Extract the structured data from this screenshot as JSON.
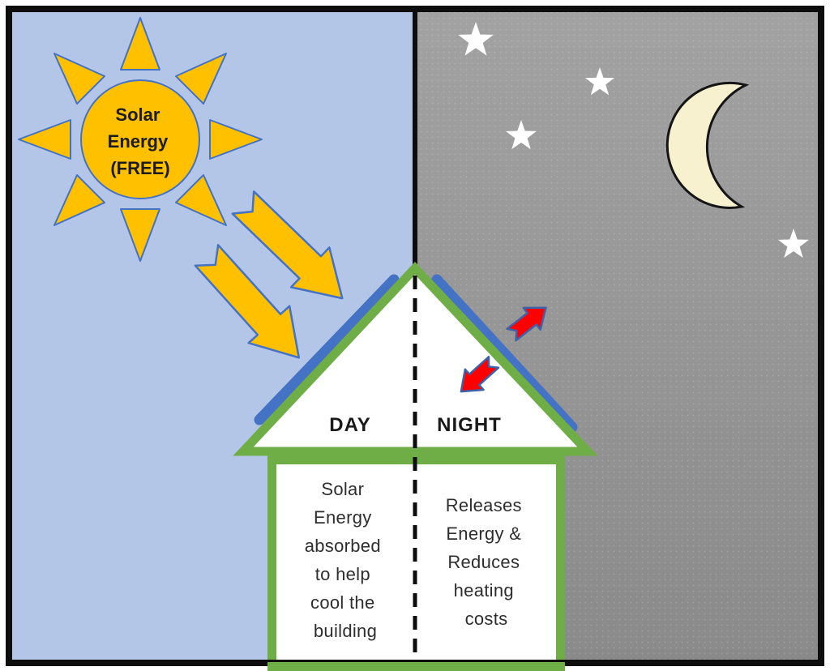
{
  "diagram": {
    "title_present": false,
    "sun": {
      "lines": [
        "Solar",
        "Energy",
        "(FREE)"
      ]
    },
    "day": {
      "label": "DAY",
      "info_lines": [
        "Solar",
        "Energy",
        "absorbed",
        "to help",
        "cool the",
        "building"
      ]
    },
    "night": {
      "label": "NIGHT",
      "info_lines": [
        "Releases",
        "Energy &",
        "Reduces",
        "heating",
        "costs"
      ],
      "star_count": 4
    }
  },
  "colors": {
    "day_sky": "#B4C6E7",
    "night_sky_top": "#A0A0A0",
    "night_sky_bottom": "#8A8A8A",
    "sun_yellow": "#FFC000",
    "shape_outline_blue": "#4472C4",
    "roof_green": "#6FAD47",
    "panel_blue": "#4472C4",
    "heat_arrow_red": "#FE0000",
    "heat_arrow_outline": "#3E62A8",
    "moon_cream": "#F7F1CF",
    "star_white": "#FFFFFF",
    "frame_black": "#0D0D0D",
    "house_fill": "#FFFFFF"
  }
}
